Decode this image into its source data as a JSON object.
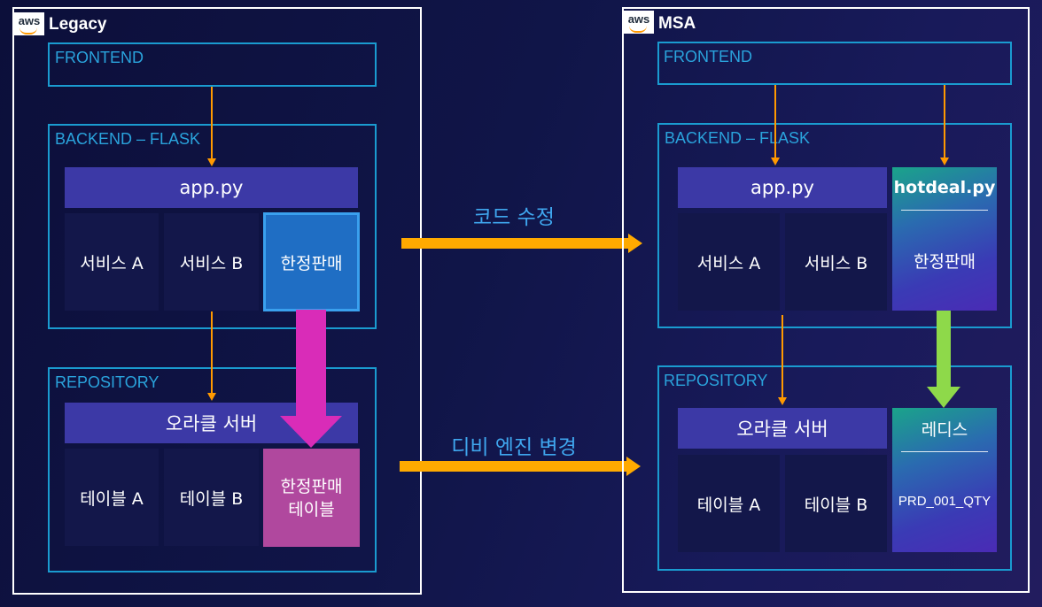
{
  "legacy": {
    "logo": "aws",
    "title": "Legacy",
    "frontend_label": "FRONTEND",
    "backend_label": "BACKEND – FLASK",
    "app": "app.py",
    "services": [
      "서비스 A",
      "서비스 B"
    ],
    "limited_sale": "한정판매",
    "repository_label": "REPOSITORY",
    "db_server": "오라클 서버",
    "tables": [
      "테이블 A",
      "테이블 B"
    ],
    "limited_table_line1": "한정판매",
    "limited_table_line2": "테이블"
  },
  "transition": {
    "code_change": "코드 수정",
    "db_engine_change": "디비 엔진 변경"
  },
  "msa": {
    "logo": "aws",
    "title": "MSA",
    "frontend_label": "FRONTEND",
    "backend_label": "BACKEND – FLASK",
    "app": "app.py",
    "hotdeal_file": "hotdeal.py",
    "services": [
      "서비스 A",
      "서비스 B"
    ],
    "limited_sale": "한정판매",
    "repository_label": "REPOSITORY",
    "db_server": "오라클 서버",
    "tables": [
      "테이블 A",
      "테이블 B"
    ],
    "cache": "레디스",
    "cache_key": "PRD_001_QTY"
  },
  "colors": {
    "background": "#0c0f3a",
    "tier_border": "#1a9bd0",
    "bar": "#3c39a6",
    "cell": "#13174a",
    "flow_arrow": "#ff9900",
    "pink_arrow": "#d92cb8",
    "green_arrow": "#8ed94a",
    "transition_label": "#3fa6ee"
  }
}
